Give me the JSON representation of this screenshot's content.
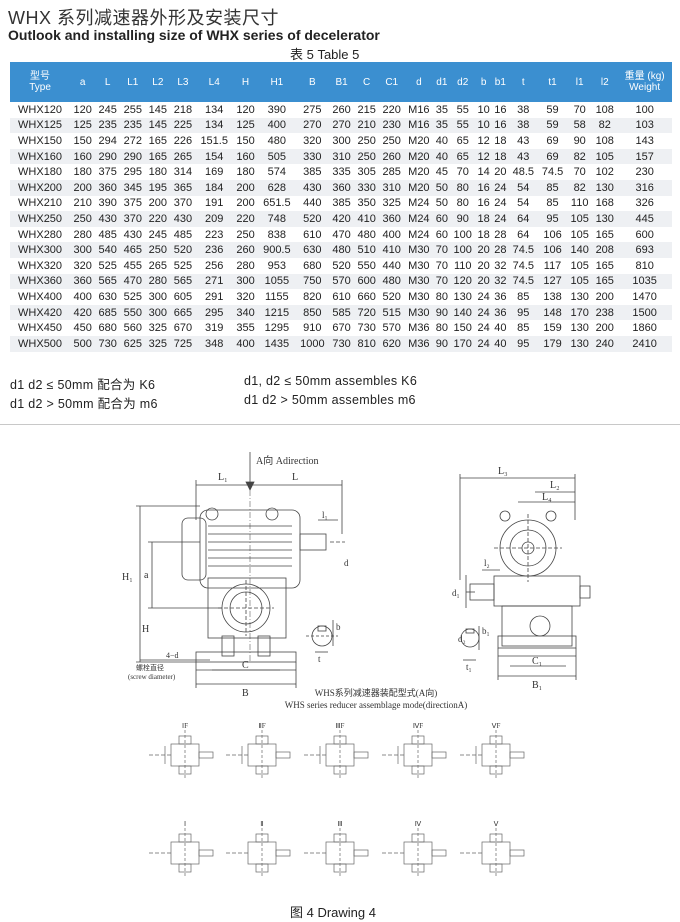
{
  "title_cn": "WHX 系列减速器外形及安装尺寸",
  "title_en": "Outlook and installing size of WHX series of decelerator",
  "table_caption": "表 5    Table 5",
  "table": {
    "headers": [
      {
        "l1": "型号",
        "l2": "Type"
      },
      {
        "l1": "a",
        "l2": ""
      },
      {
        "l1": "L",
        "l2": ""
      },
      {
        "l1": "L1",
        "l2": ""
      },
      {
        "l1": "L2",
        "l2": ""
      },
      {
        "l1": "L3",
        "l2": ""
      },
      {
        "l1": "L4",
        "l2": ""
      },
      {
        "l1": "H",
        "l2": ""
      },
      {
        "l1": "H1",
        "l2": ""
      },
      {
        "l1": "B",
        "l2": ""
      },
      {
        "l1": "B1",
        "l2": ""
      },
      {
        "l1": "C",
        "l2": ""
      },
      {
        "l1": "C1",
        "l2": ""
      },
      {
        "l1": "d",
        "l2": ""
      },
      {
        "l1": "d1",
        "l2": ""
      },
      {
        "l1": "d2",
        "l2": ""
      },
      {
        "l1": "b",
        "l2": ""
      },
      {
        "l1": "b1",
        "l2": ""
      },
      {
        "l1": "t",
        "l2": ""
      },
      {
        "l1": "t1",
        "l2": ""
      },
      {
        "l1": "l1",
        "l2": ""
      },
      {
        "l1": "l2",
        "l2": ""
      },
      {
        "l1": "重量 (kg)",
        "l2": "Weight"
      }
    ],
    "rows": [
      [
        "WHX120",
        "120",
        "245",
        "255",
        "145",
        "218",
        "134",
        "120",
        "390",
        "275",
        "260",
        "215",
        "220",
        "M16",
        "35",
        "55",
        "10",
        "16",
        "38",
        "59",
        "70",
        "108",
        "100"
      ],
      [
        "WHX125",
        "125",
        "235",
        "235",
        "145",
        "225",
        "134",
        "125",
        "400",
        "270",
        "270",
        "210",
        "230",
        "M16",
        "35",
        "55",
        "10",
        "16",
        "38",
        "59",
        "58",
        "82",
        "103"
      ],
      [
        "WHX150",
        "150",
        "294",
        "272",
        "165",
        "226",
        "151.5",
        "150",
        "480",
        "320",
        "300",
        "250",
        "250",
        "M20",
        "40",
        "65",
        "12",
        "18",
        "43",
        "69",
        "90",
        "108",
        "143"
      ],
      [
        "WHX160",
        "160",
        "290",
        "290",
        "165",
        "265",
        "154",
        "160",
        "505",
        "330",
        "310",
        "250",
        "260",
        "M20",
        "40",
        "65",
        "12",
        "18",
        "43",
        "69",
        "82",
        "105",
        "157"
      ],
      [
        "WHX180",
        "180",
        "375",
        "295",
        "180",
        "314",
        "169",
        "180",
        "574",
        "385",
        "335",
        "305",
        "285",
        "M20",
        "45",
        "70",
        "14",
        "20",
        "48.5",
        "74.5",
        "70",
        "102",
        "230"
      ],
      [
        "WHX200",
        "200",
        "360",
        "345",
        "195",
        "365",
        "184",
        "200",
        "628",
        "430",
        "360",
        "330",
        "310",
        "M20",
        "50",
        "80",
        "16",
        "24",
        "54",
        "85",
        "82",
        "130",
        "316"
      ],
      [
        "WHX210",
        "210",
        "390",
        "375",
        "200",
        "370",
        "191",
        "200",
        "651.5",
        "440",
        "385",
        "350",
        "325",
        "M24",
        "50",
        "80",
        "16",
        "24",
        "54",
        "85",
        "110",
        "168",
        "326"
      ],
      [
        "WHX250",
        "250",
        "430",
        "370",
        "220",
        "430",
        "209",
        "220",
        "748",
        "520",
        "420",
        "410",
        "360",
        "M24",
        "60",
        "90",
        "18",
        "24",
        "64",
        "95",
        "105",
        "130",
        "445"
      ],
      [
        "WHX280",
        "280",
        "485",
        "430",
        "245",
        "485",
        "223",
        "250",
        "838",
        "610",
        "470",
        "480",
        "400",
        "M24",
        "60",
        "100",
        "18",
        "28",
        "64",
        "106",
        "105",
        "165",
        "600"
      ],
      [
        "WHX300",
        "300",
        "540",
        "465",
        "250",
        "520",
        "236",
        "260",
        "900.5",
        "630",
        "480",
        "510",
        "410",
        "M30",
        "70",
        "100",
        "20",
        "28",
        "74.5",
        "106",
        "140",
        "208",
        "693"
      ],
      [
        "WHX320",
        "320",
        "525",
        "455",
        "265",
        "525",
        "256",
        "280",
        "953",
        "680",
        "520",
        "550",
        "440",
        "M30",
        "70",
        "110",
        "20",
        "32",
        "74.5",
        "117",
        "105",
        "165",
        "810"
      ],
      [
        "WHX360",
        "360",
        "565",
        "470",
        "280",
        "565",
        "271",
        "300",
        "1055",
        "750",
        "570",
        "600",
        "480",
        "M30",
        "70",
        "120",
        "20",
        "32",
        "74.5",
        "127",
        "105",
        "165",
        "1035"
      ],
      [
        "WHX400",
        "400",
        "630",
        "525",
        "300",
        "605",
        "291",
        "320",
        "1155",
        "820",
        "610",
        "660",
        "520",
        "M30",
        "80",
        "130",
        "24",
        "36",
        "85",
        "138",
        "130",
        "200",
        "1470"
      ],
      [
        "WHX420",
        "420",
        "685",
        "550",
        "300",
        "665",
        "295",
        "340",
        "1215",
        "850",
        "585",
        "720",
        "515",
        "M30",
        "90",
        "140",
        "24",
        "36",
        "95",
        "148",
        "170",
        "238",
        "1500"
      ],
      [
        "WHX450",
        "450",
        "680",
        "560",
        "325",
        "670",
        "319",
        "355",
        "1295",
        "910",
        "670",
        "730",
        "570",
        "M36",
        "80",
        "150",
        "24",
        "40",
        "85",
        "159",
        "130",
        "200",
        "1860"
      ],
      [
        "WHX500",
        "500",
        "730",
        "625",
        "325",
        "725",
        "348",
        "400",
        "1435",
        "1000",
        "730",
        "810",
        "620",
        "M36",
        "90",
        "170",
        "24",
        "40",
        "95",
        "179",
        "130",
        "240",
        "2410"
      ]
    ]
  },
  "notes": {
    "cn_1": "d1 d2 ≤ 50mm  配合为 K6",
    "cn_2": "d1 d2  > 50mm  配合为 m6",
    "en_1": "d1, d2 ≤ 50mm  assembles K6",
    "en_2": "d1 d2  > 50mm  assembles m6"
  },
  "drawing": {
    "direction_label": "A向 Adirection",
    "dim_L1": "L₁",
    "dim_L": "L",
    "dim_l1": "l₁",
    "dim_d": "d",
    "dim_a": "a",
    "dim_H1": "H₁",
    "dim_H": "H",
    "dim_C": "C",
    "dim_B": "B",
    "dim_4d": "4−d",
    "screw_cn": "螺栓直径",
    "screw_en": "(screw diameter)",
    "dim_b": "b",
    "dim_t": "t",
    "dim_L3": "L₃",
    "dim_L2": "L₂",
    "dim_L4": "L₄",
    "dim_l2": "l₂",
    "dim_d1": "d₁",
    "dim_d2": "d₂",
    "dim_b1": "b₁",
    "dim_t1": "t₁",
    "dim_C1": "C₁",
    "dim_B1": "B₁",
    "assembly_cn": "WHS系列减速器装配型式(A向)",
    "assembly_en": "WHS series reducer assemblage mode(directionA)",
    "modes_top": [
      "ⅠF",
      "ⅡF",
      "ⅢF",
      "ⅣF",
      "ⅤF"
    ],
    "modes_bottom": [
      "Ⅰ",
      "Ⅱ",
      "Ⅲ",
      "Ⅳ",
      "Ⅴ"
    ],
    "caption": "图 4    Drawing 4"
  }
}
